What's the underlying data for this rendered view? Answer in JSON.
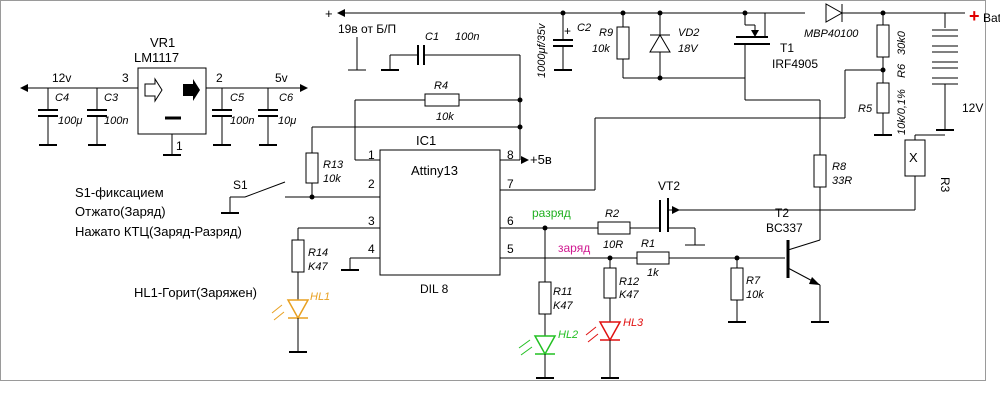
{
  "components": {
    "vr1": {
      "ref": "VR1",
      "part": "LM1117",
      "pin_in": "3",
      "pin_out": "2",
      "pin_gnd": "1",
      "in_label": "12v",
      "out_label": "5v"
    },
    "c1": {
      "ref": "C1",
      "value": "100n"
    },
    "c2": {
      "ref": "C2",
      "value": "1000μf/35v"
    },
    "c3": {
      "ref": "C3",
      "value": "100n"
    },
    "c4": {
      "ref": "C4",
      "value": "100μ"
    },
    "c5": {
      "ref": "C5",
      "value": "100n"
    },
    "c6": {
      "ref": "C6",
      "value": "10μ"
    },
    "r1": {
      "ref": "R1",
      "value": "1k"
    },
    "r2": {
      "ref": "R2",
      "value": "10R"
    },
    "r3": {
      "ref": "R3",
      "value": "X"
    },
    "r4": {
      "ref": "R4",
      "value": "10k"
    },
    "r5": {
      "ref": "R5",
      "value": "10k/0,1%"
    },
    "r6": {
      "ref": "R6",
      "value": "30k0"
    },
    "r7": {
      "ref": "R7",
      "value": "10k"
    },
    "r8": {
      "ref": "R8",
      "value": "33R"
    },
    "r9": {
      "ref": "R9",
      "value": "10k"
    },
    "r11": {
      "ref": "R11",
      "value": "K47"
    },
    "r12": {
      "ref": "R12",
      "value": "K47"
    },
    "r13": {
      "ref": "R13",
      "value": "10k"
    },
    "r14": {
      "ref": "R14",
      "value": "K47"
    },
    "vd1": {
      "part": "MBP40100"
    },
    "vd2": {
      "ref": "VD2",
      "value": "18V"
    },
    "t1": {
      "ref": "T1",
      "part": "IRF4905"
    },
    "t2": {
      "ref": "T2",
      "part": "BC337"
    },
    "vt2": {
      "ref": "VT2"
    },
    "ic1": {
      "ref": "IC1",
      "part": "Attiny13",
      "package": "DIL 8",
      "pins": [
        "1",
        "2",
        "3",
        "4",
        "5",
        "6",
        "7",
        "8"
      ]
    },
    "hl1": {
      "ref": "HL1",
      "color": "#e8a020"
    },
    "hl2": {
      "ref": "HL2",
      "color": "#22c022"
    },
    "hl3": {
      "ref": "HL3",
      "color": "#e01010"
    },
    "s1": {
      "ref": "S1"
    },
    "bat": {
      "ref": "Bat",
      "voltage": "12V",
      "plus_color": "#e00000"
    }
  },
  "labels": {
    "supply": "19в от Б/П",
    "plus_sign": "+",
    "plus5v": "+5в",
    "discharge": "разряд",
    "charge": "заряд",
    "s1_note": "S1-фиксацием",
    "released": "Отжато(Заряд)",
    "pressed": "Нажато КТЦ(Заряд-Разряд)",
    "hl1_note": "HL1-Горит(Заряжен)"
  },
  "colors": {
    "discharge": "#22b022",
    "charge": "#d01890",
    "wire": "#000000"
  }
}
